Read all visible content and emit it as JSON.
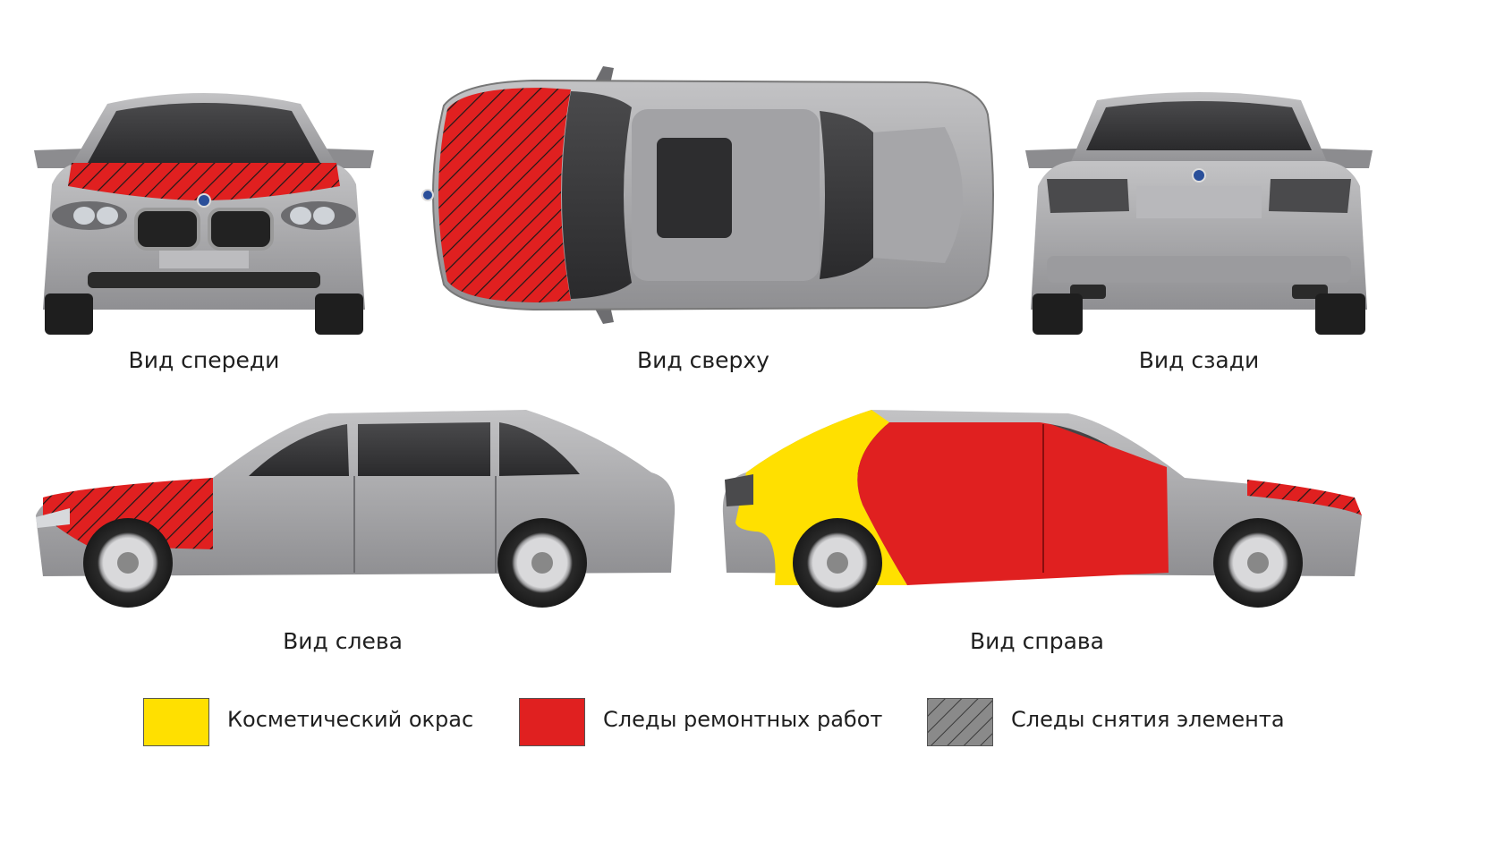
{
  "views": {
    "front": "Вид спереди",
    "top": "Вид сверху",
    "rear": "Вид сзади",
    "left": "Вид слева",
    "right": "Вид справа"
  },
  "legend": {
    "items": [
      {
        "label": "Косметический окрас",
        "color": "#ffe000",
        "pattern": "solid"
      },
      {
        "label": "Следы ремонтных работ",
        "color": "#e02020",
        "pattern": "solid"
      },
      {
        "label": "Следы снятия элемента",
        "color": "#8a8a8a",
        "pattern": "hatch"
      }
    ]
  },
  "colors": {
    "car_body": "#a9a9ab",
    "cosmetic_paint": "#ffe000",
    "repair": "#e02020",
    "hatch": "#1a1a1a"
  }
}
